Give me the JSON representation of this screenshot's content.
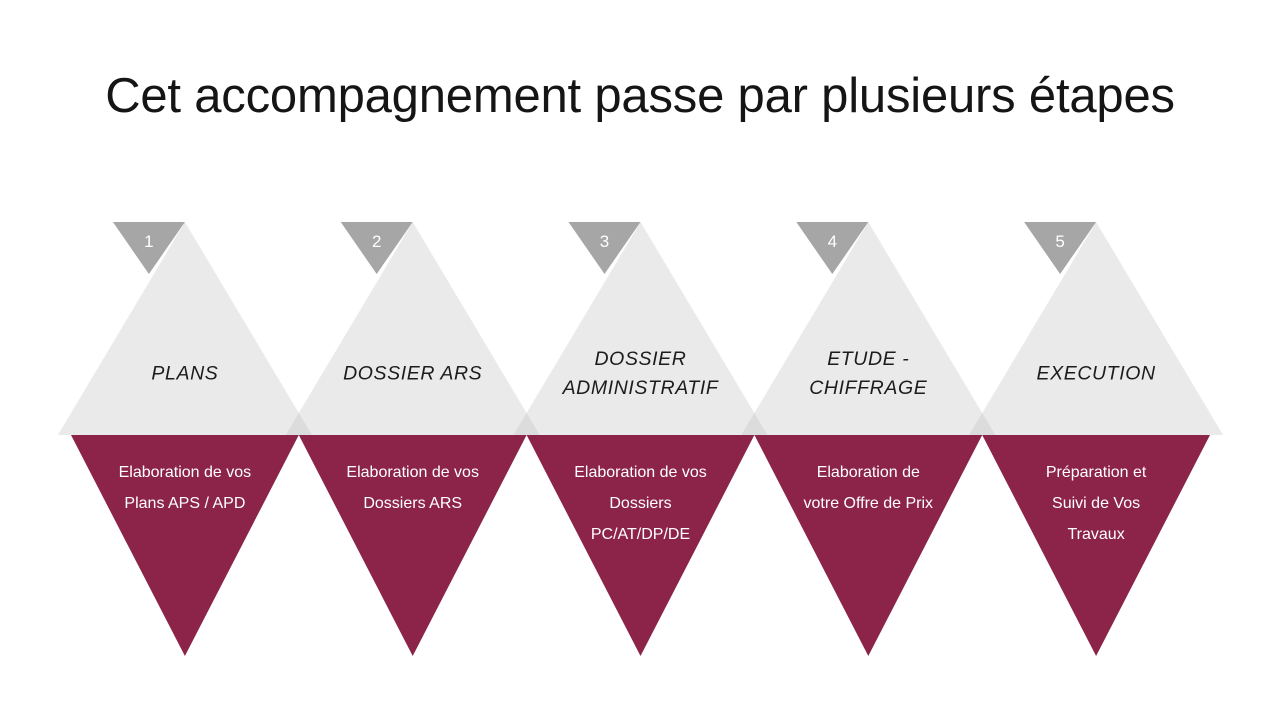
{
  "slide": {
    "title": "Cet accompagnement passe par plusieurs étapes",
    "background_color": "#ffffff"
  },
  "colors": {
    "title_text": "#151515",
    "triangle_light": "#EAEAEA",
    "triangle_light_overlap": "#DCDCDC",
    "triangle_red": "#8C2449",
    "badge_gray": "#A6A6A6",
    "badge_number_text": "#ffffff",
    "step_title_text": "#1c1c1c",
    "step_desc_text": "#ffffff"
  },
  "steps": [
    {
      "number": "1",
      "title": "PLANS",
      "title_lines": [
        "PLANS"
      ],
      "description": "Elaboration de vos Plans APS / APD",
      "description_lines": [
        "Elaboration de vos",
        "Plans APS / APD"
      ]
    },
    {
      "number": "2",
      "title": "DOSSIER ARS",
      "title_lines": [
        "DOSSIER ARS"
      ],
      "description": "Elaboration de vos Dossiers ARS",
      "description_lines": [
        "Elaboration de vos",
        "Dossiers ARS"
      ]
    },
    {
      "number": "3",
      "title": "DOSSIER ADMINISTRATIF",
      "title_lines": [
        "DOSSIER",
        "ADMINISTRATIF"
      ],
      "description": "Elaboration de vos Dossiers PC/AT/DP/DE",
      "description_lines": [
        "Elaboration de vos",
        "Dossiers",
        "PC/AT/DP/DE"
      ]
    },
    {
      "number": "4",
      "title": "ETUDE - CHIFFRAGE",
      "title_lines": [
        "ETUDE -",
        "CHIFFRAGE"
      ],
      "description": "Elaboration de votre Offre de Prix",
      "description_lines": [
        "Elaboration de",
        "votre Offre de Prix"
      ]
    },
    {
      "number": "5",
      "title": "EXECUTION",
      "title_lines": [
        "EXECUTION"
      ],
      "description": "Préparation et Suivi de Vos Travaux",
      "description_lines": [
        "Préparation et",
        "Suivi de Vos",
        "Travaux"
      ]
    }
  ]
}
